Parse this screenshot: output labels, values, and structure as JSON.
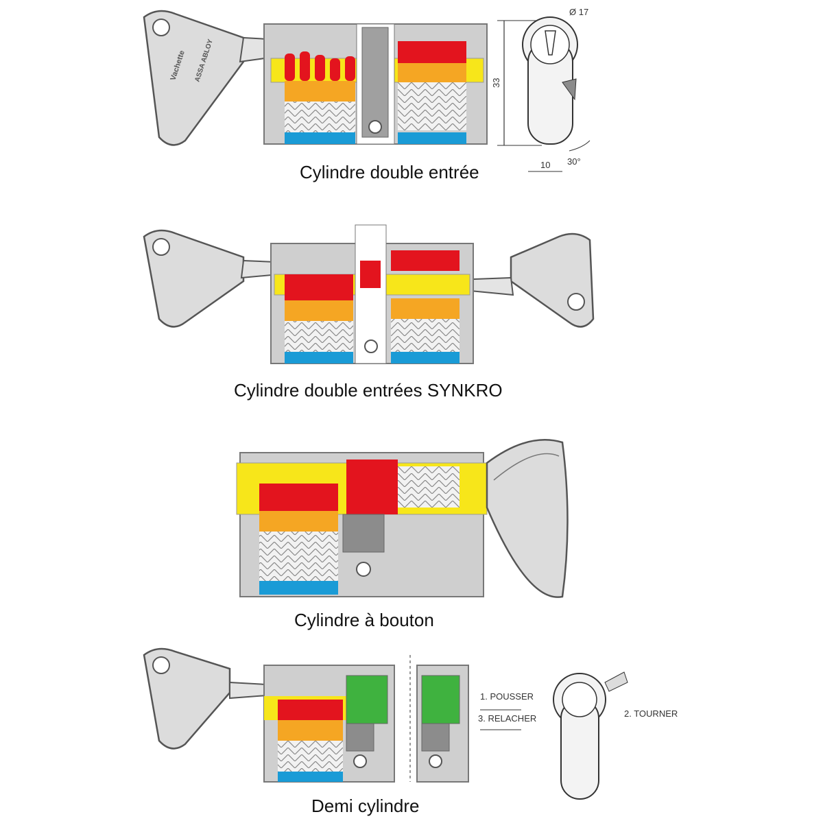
{
  "captions": {
    "double_entry": "Cylindre double entrée",
    "synkro": "Cylindre double entrées SYNKRO",
    "button": "Cylindre à bouton",
    "half": "Demi cylindre"
  },
  "dimensions": {
    "diameter": "Ø 17",
    "height": "33",
    "width": "10",
    "angle": "30°"
  },
  "key_brand": {
    "name": "Vachette",
    "group": "ASSA ABLOY"
  },
  "half_instructions": {
    "push": "1. POUSSER",
    "release": "3. RELACHER",
    "turn": "2. TOURNER"
  },
  "colors": {
    "pin_top": "#e3141e",
    "pin_bottom": "#f5a623",
    "plug": "#f7e61a",
    "body": "#cfcfcf",
    "spring_base": "#1a9bd6",
    "clutch": "#3fb23f",
    "cam": "#8c8c8c"
  }
}
